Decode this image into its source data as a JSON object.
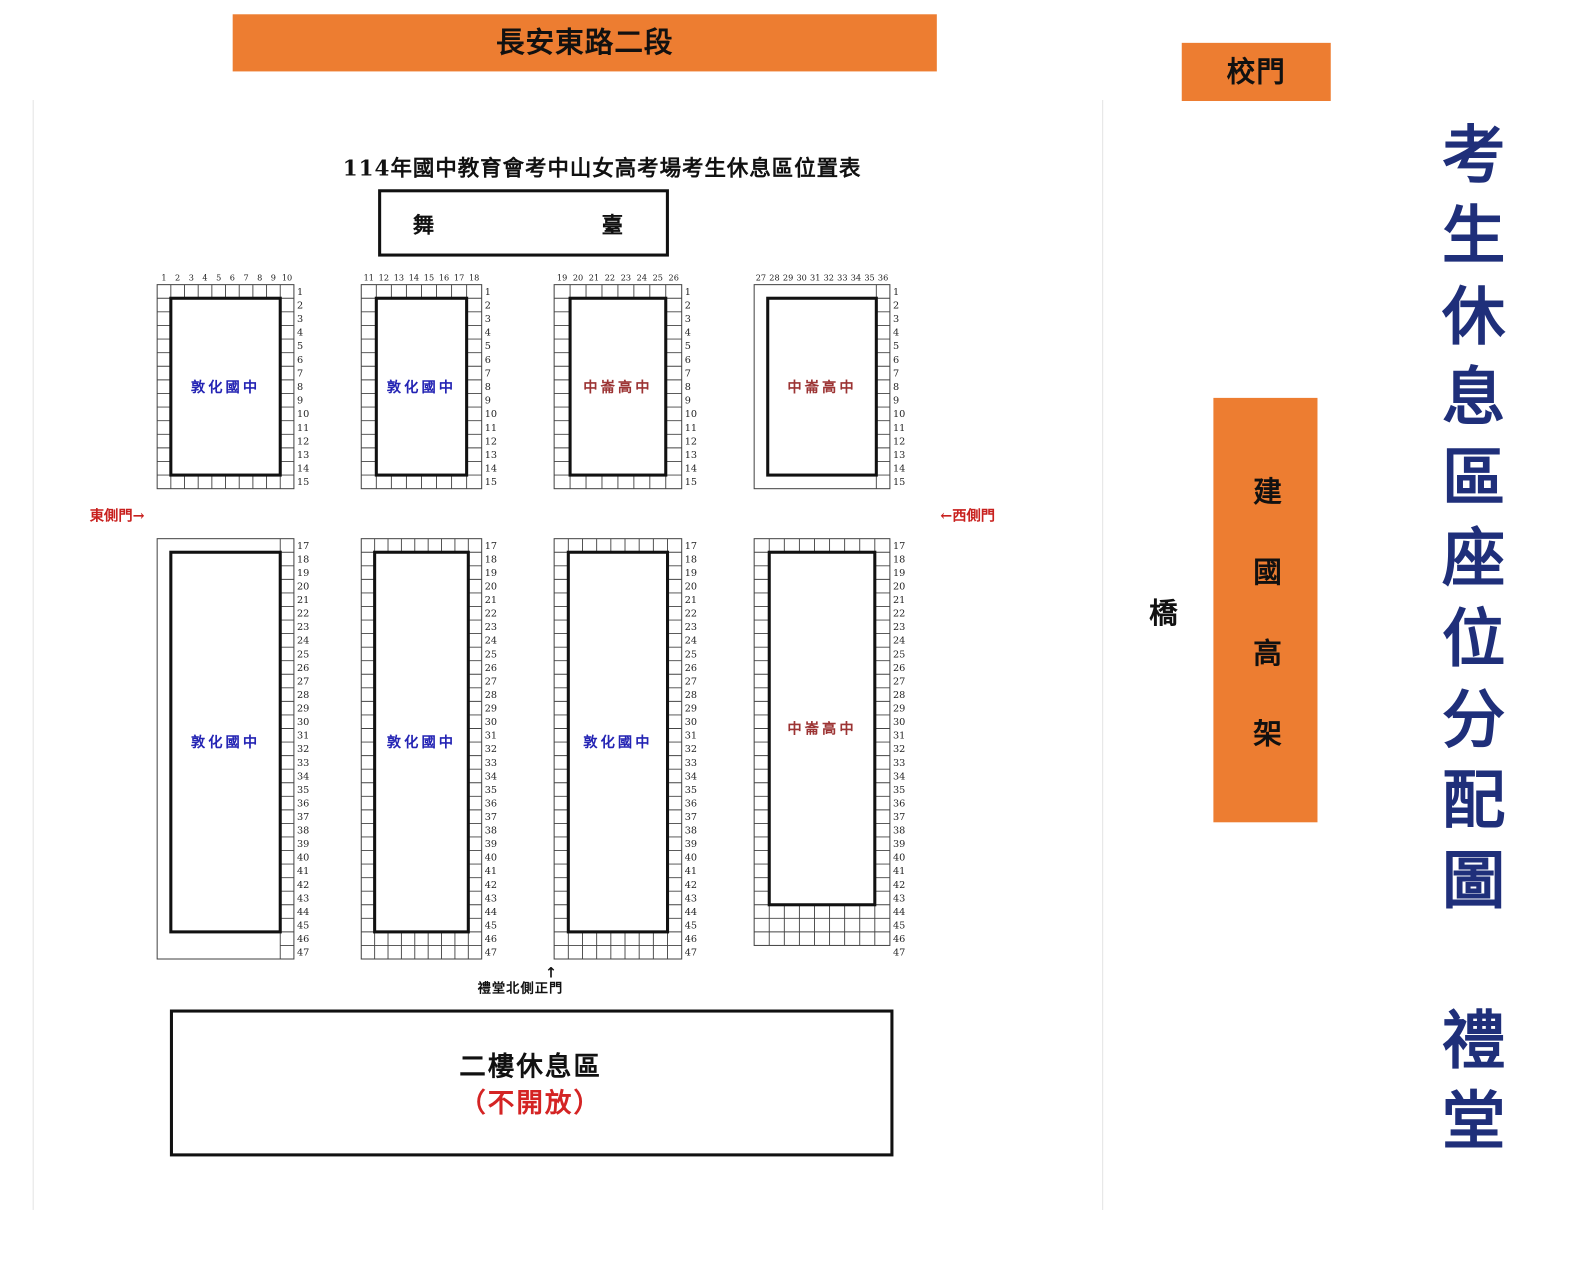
{
  "theme": {
    "label_bg": "#ED7D31",
    "label_text": "#111111",
    "title_color": "#1F2F7A",
    "gate_color": "#C8201E",
    "closed_note_color": "#D42424"
  },
  "road_banner": {
    "label": "長安東路二段"
  },
  "school_gate": {
    "label": "校門"
  },
  "overpass": {
    "label": "建國高架橋"
  },
  "page_title": {
    "main": "考生休息區座位分配圖",
    "venue": "禮堂"
  },
  "floor_plan": {
    "title": "114年國中教育會考中山女高考場考生休息區位置表",
    "stage_label": [
      "舞",
      "臺"
    ],
    "east_gate": "東側門→",
    "west_gate": "←西側門",
    "north_gate": {
      "arrow": "↑",
      "label": "禮堂北側正門"
    },
    "second_floor": {
      "label": "二樓休息區",
      "note": "（不開放）"
    },
    "front_section": {
      "row_labels": [
        "1",
        "2",
        "3",
        "4",
        "5",
        "6",
        "7",
        "8",
        "9",
        "10",
        "11",
        "12",
        "13",
        "14",
        "15"
      ],
      "blocks": [
        {
          "school": "敦化國中",
          "school_color": "#2424B4",
          "column_labels": [
            "1",
            "2",
            "3",
            "4",
            "5",
            "6",
            "7",
            "8",
            "9",
            "10"
          ]
        },
        {
          "school": "敦化國中",
          "school_color": "#2424B4",
          "column_labels": [
            "11",
            "12",
            "13",
            "14",
            "15",
            "16",
            "17",
            "18"
          ]
        },
        {
          "school": "中崙高中",
          "school_color": "#9C3434",
          "column_labels": [
            "19",
            "20",
            "21",
            "22",
            "23",
            "24",
            "25",
            "26"
          ]
        },
        {
          "school": "中崙高中",
          "school_color": "#9C3434",
          "column_labels": [
            "27",
            "28",
            "29",
            "30",
            "31",
            "32",
            "33",
            "34",
            "35",
            "36"
          ]
        }
      ]
    },
    "back_section": {
      "row_labels": [
        "17",
        "18",
        "19",
        "20",
        "21",
        "22",
        "23",
        "24",
        "25",
        "26",
        "27",
        "28",
        "29",
        "30",
        "31",
        "32",
        "33",
        "34",
        "35",
        "36",
        "37",
        "38",
        "39",
        "40",
        "41",
        "42",
        "43",
        "44",
        "45",
        "46",
        "47"
      ],
      "blocks": [
        {
          "school": "敦化國中",
          "school_color": "#2424B4"
        },
        {
          "school": "敦化國中",
          "school_color": "#2424B4"
        },
        {
          "school": "敦化國中",
          "school_color": "#2424B4"
        },
        {
          "school": "中崙高中",
          "school_color": "#9C3434"
        }
      ]
    }
  }
}
